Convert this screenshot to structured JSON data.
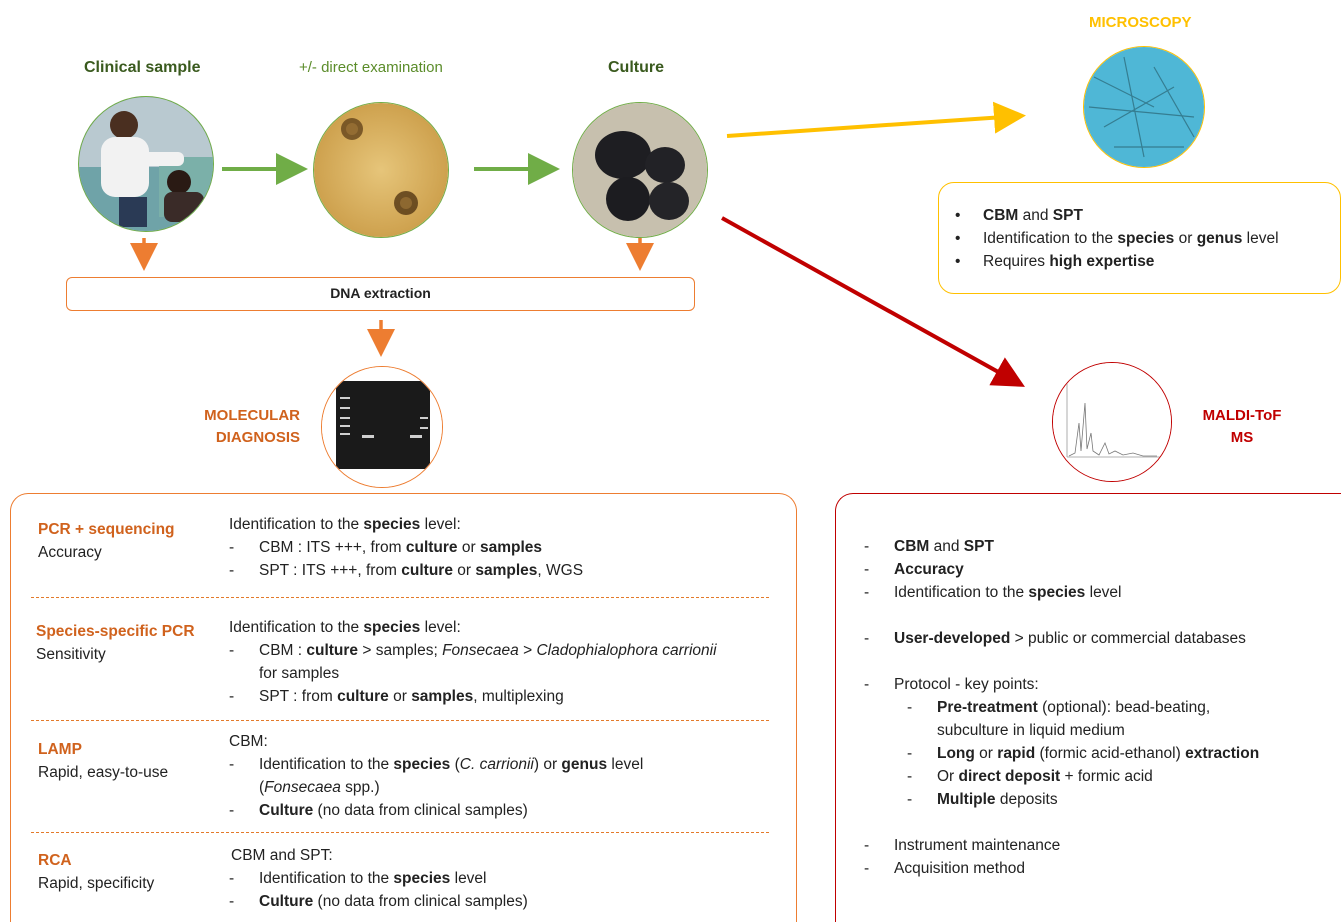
{
  "top": {
    "clinical_sample": "Clinical sample",
    "direct_exam": "+/- direct examination",
    "culture": "Culture",
    "microscopy": "MICROSCOPY",
    "dna_extraction": "DNA extraction",
    "molecular_1": "MOLECULAR",
    "molecular_2": "DIAGNOSIS",
    "maldi_1": "MALDI-ToF",
    "maldi_2": "MS"
  },
  "microscopy_box": {
    "b1_a": "CBM",
    "b1_b": " and ",
    "b1_c": "SPT",
    "b2_a": "Identification to the ",
    "b2_b": "species",
    "b2_c": " or ",
    "b2_d": "genus",
    "b2_e": " level",
    "b3_a": "Requires ",
    "b3_b": "high expertise"
  },
  "molecular": {
    "pcr_title": "PCR + sequencing",
    "pcr_sub": "Accuracy",
    "pcr_l1_a": "Identification to the ",
    "pcr_l1_b": "species",
    "pcr_l1_c": " level:",
    "pcr_l2_a": "CBM : ITS +++, from ",
    "pcr_l2_b": "culture",
    "pcr_l2_c": " or ",
    "pcr_l2_d": "samples",
    "pcr_l3_a": "SPT : ITS +++, from ",
    "pcr_l3_b": "culture",
    "pcr_l3_c": " or ",
    "pcr_l3_d": "samples",
    "pcr_l3_e": ", WGS",
    "sp_title": "Species-specific PCR",
    "sp_sub": "Sensitivity",
    "sp_l1_a": "Identification to the ",
    "sp_l1_b": "species",
    "sp_l1_c": " level:",
    "sp_l2_a": "CBM : ",
    "sp_l2_b": "culture",
    "sp_l2_c": " > samples; ",
    "sp_l2_d": "Fonsecaea",
    "sp_l2_e": " > ",
    "sp_l2_f": "Cladophialophora carrionii",
    "sp_l2_g": "for samples",
    "sp_l3_a": "SPT : from ",
    "sp_l3_b": "culture",
    "sp_l3_c": " or ",
    "sp_l3_d": "samples",
    "sp_l3_e": ", multiplexing",
    "lamp_title": "LAMP",
    "lamp_sub": "Rapid, easy-to-use",
    "lamp_l1": "CBM:",
    "lamp_l2_a": "Identification to the ",
    "lamp_l2_b": "species",
    "lamp_l2_c": " (",
    "lamp_l2_d": "C. carrionii",
    "lamp_l2_e": ") or ",
    "lamp_l2_f": "genus",
    "lamp_l2_g": " level",
    "lamp_l2_h": "(",
    "lamp_l2_i": "Fonsecaea",
    "lamp_l2_j": " spp.)",
    "lamp_l3_a": "Culture",
    "lamp_l3_b": " (no data from clinical samples)",
    "rca_title": "RCA",
    "rca_sub": "Rapid, specificity",
    "rca_l1": "CBM and SPT:",
    "rca_l2_a": "Identification to the ",
    "rca_l2_b": "species",
    "rca_l2_c": " level",
    "rca_l3_a": "Culture",
    "rca_l3_b": " (no data from clinical samples)"
  },
  "maldi_box": {
    "l1_a": "CBM",
    "l1_b": " and ",
    "l1_c": "SPT",
    "l2": "Accuracy",
    "l3_a": "Identification to the ",
    "l3_b": "species",
    "l3_c": " level",
    "l4_a": "User-developed",
    "l4_b": " > public or commercial databases",
    "l5": "Protocol - key points:",
    "s1_a": "Pre-treatment",
    "s1_b": " (optional): bead-beating,",
    "s1_c": "subculture in liquid medium",
    "s2_a": "Long",
    "s2_b": " or ",
    "s2_c": "rapid",
    "s2_d": " (formic acid-ethanol) ",
    "s2_e": "extraction",
    "s3_a": "Or ",
    "s3_b": "direct deposit",
    "s3_c": " + formic acid",
    "s4_a": "Multiple",
    "s4_b": " deposits",
    "l6": "Instrument maintenance",
    "l7": "Acquisition method"
  },
  "colors": {
    "green": "#70ad47",
    "orange": "#ed7d31",
    "yellow": "#ffc000",
    "red": "#c00000"
  }
}
